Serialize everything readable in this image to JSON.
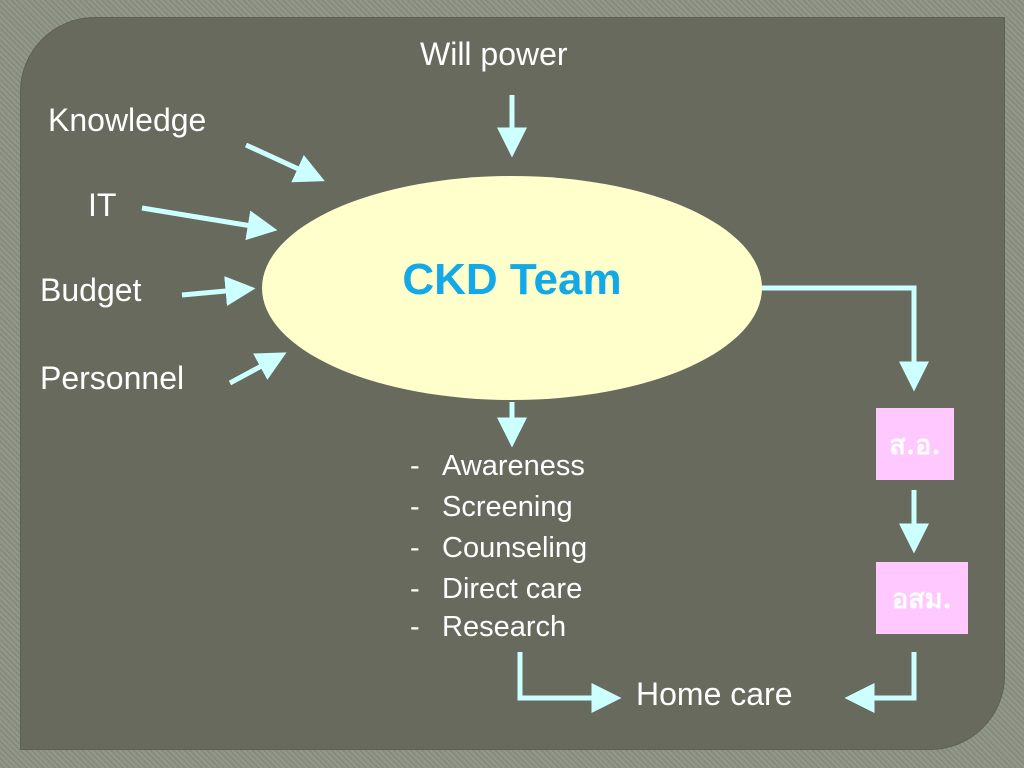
{
  "diagram": {
    "center_label": "CKD Team",
    "top_input": "Will power",
    "left_inputs": [
      "Knowledge",
      "IT",
      "Budget",
      "Personnel"
    ],
    "activities": [
      "Awareness",
      "Screening",
      "Counseling",
      "Direct care",
      "Research"
    ],
    "activity_bullet": "-",
    "right_chain": [
      "ส.อ.",
      "อสม."
    ],
    "destination": "Home care"
  },
  "colors": {
    "background": "#686a5d",
    "ellipse_fill": "#ffffcc",
    "center_text": "#12a9e6",
    "arrow": "#ccffff",
    "label_text": "#ffffff",
    "chain_box_fill": "#ffc8ff"
  }
}
